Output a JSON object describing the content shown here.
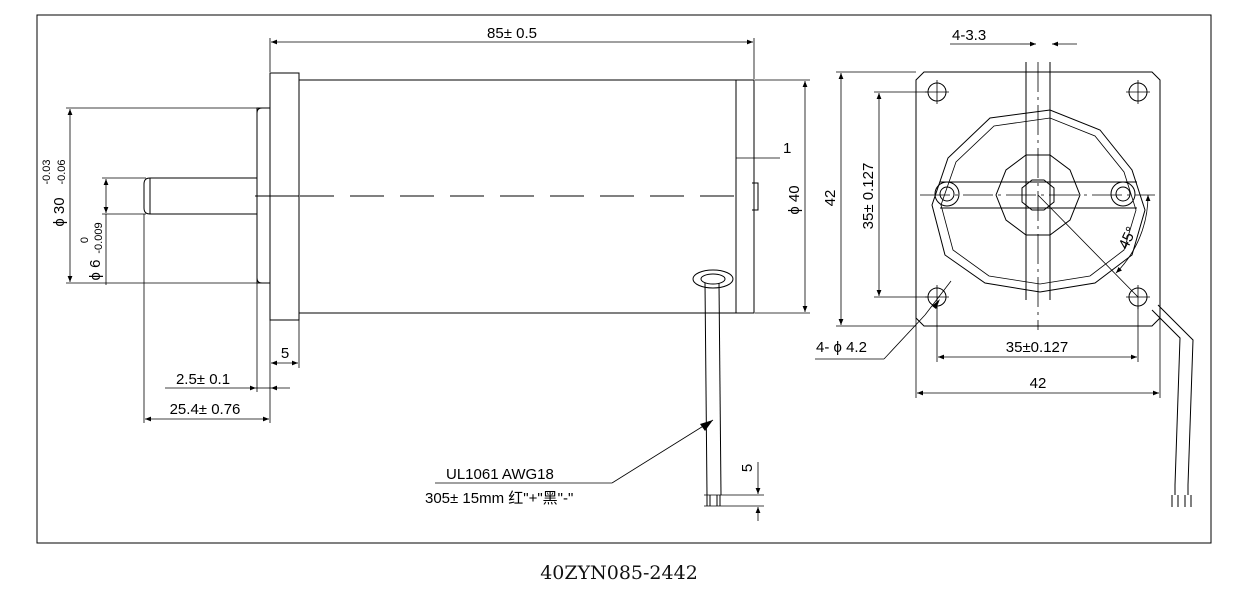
{
  "dimensions": {
    "length": "85± 0.5",
    "bolt_holes": "4-3.3",
    "rear_gap": "1",
    "body_diameter": "ϕ 40",
    "flange_size": "42",
    "bolt_circle_v": "35± 0.127",
    "angle": "45°",
    "mount_holes": "4- ϕ 4.2",
    "bolt_circle_h": "35±0.127",
    "flange_size_h": "42",
    "flange_thk": "5",
    "pilot_len": "2.5± 0.1",
    "shaft_len": "25.4± 0.76",
    "pilot_dia_main": "ϕ 30",
    "pilot_dia_upper": "-0.03",
    "pilot_dia_lower": "-0.06",
    "shaft_dia_main": "ϕ 6",
    "shaft_dia_upper": "0",
    "shaft_dia_lower": "-0.009",
    "lead_strip": "5"
  },
  "wire_note": {
    "line1": "UL1061 AWG18",
    "line2": "305± 15mm  红\"+\"黑\"-\""
  },
  "model_number": "40ZYN085-2442"
}
